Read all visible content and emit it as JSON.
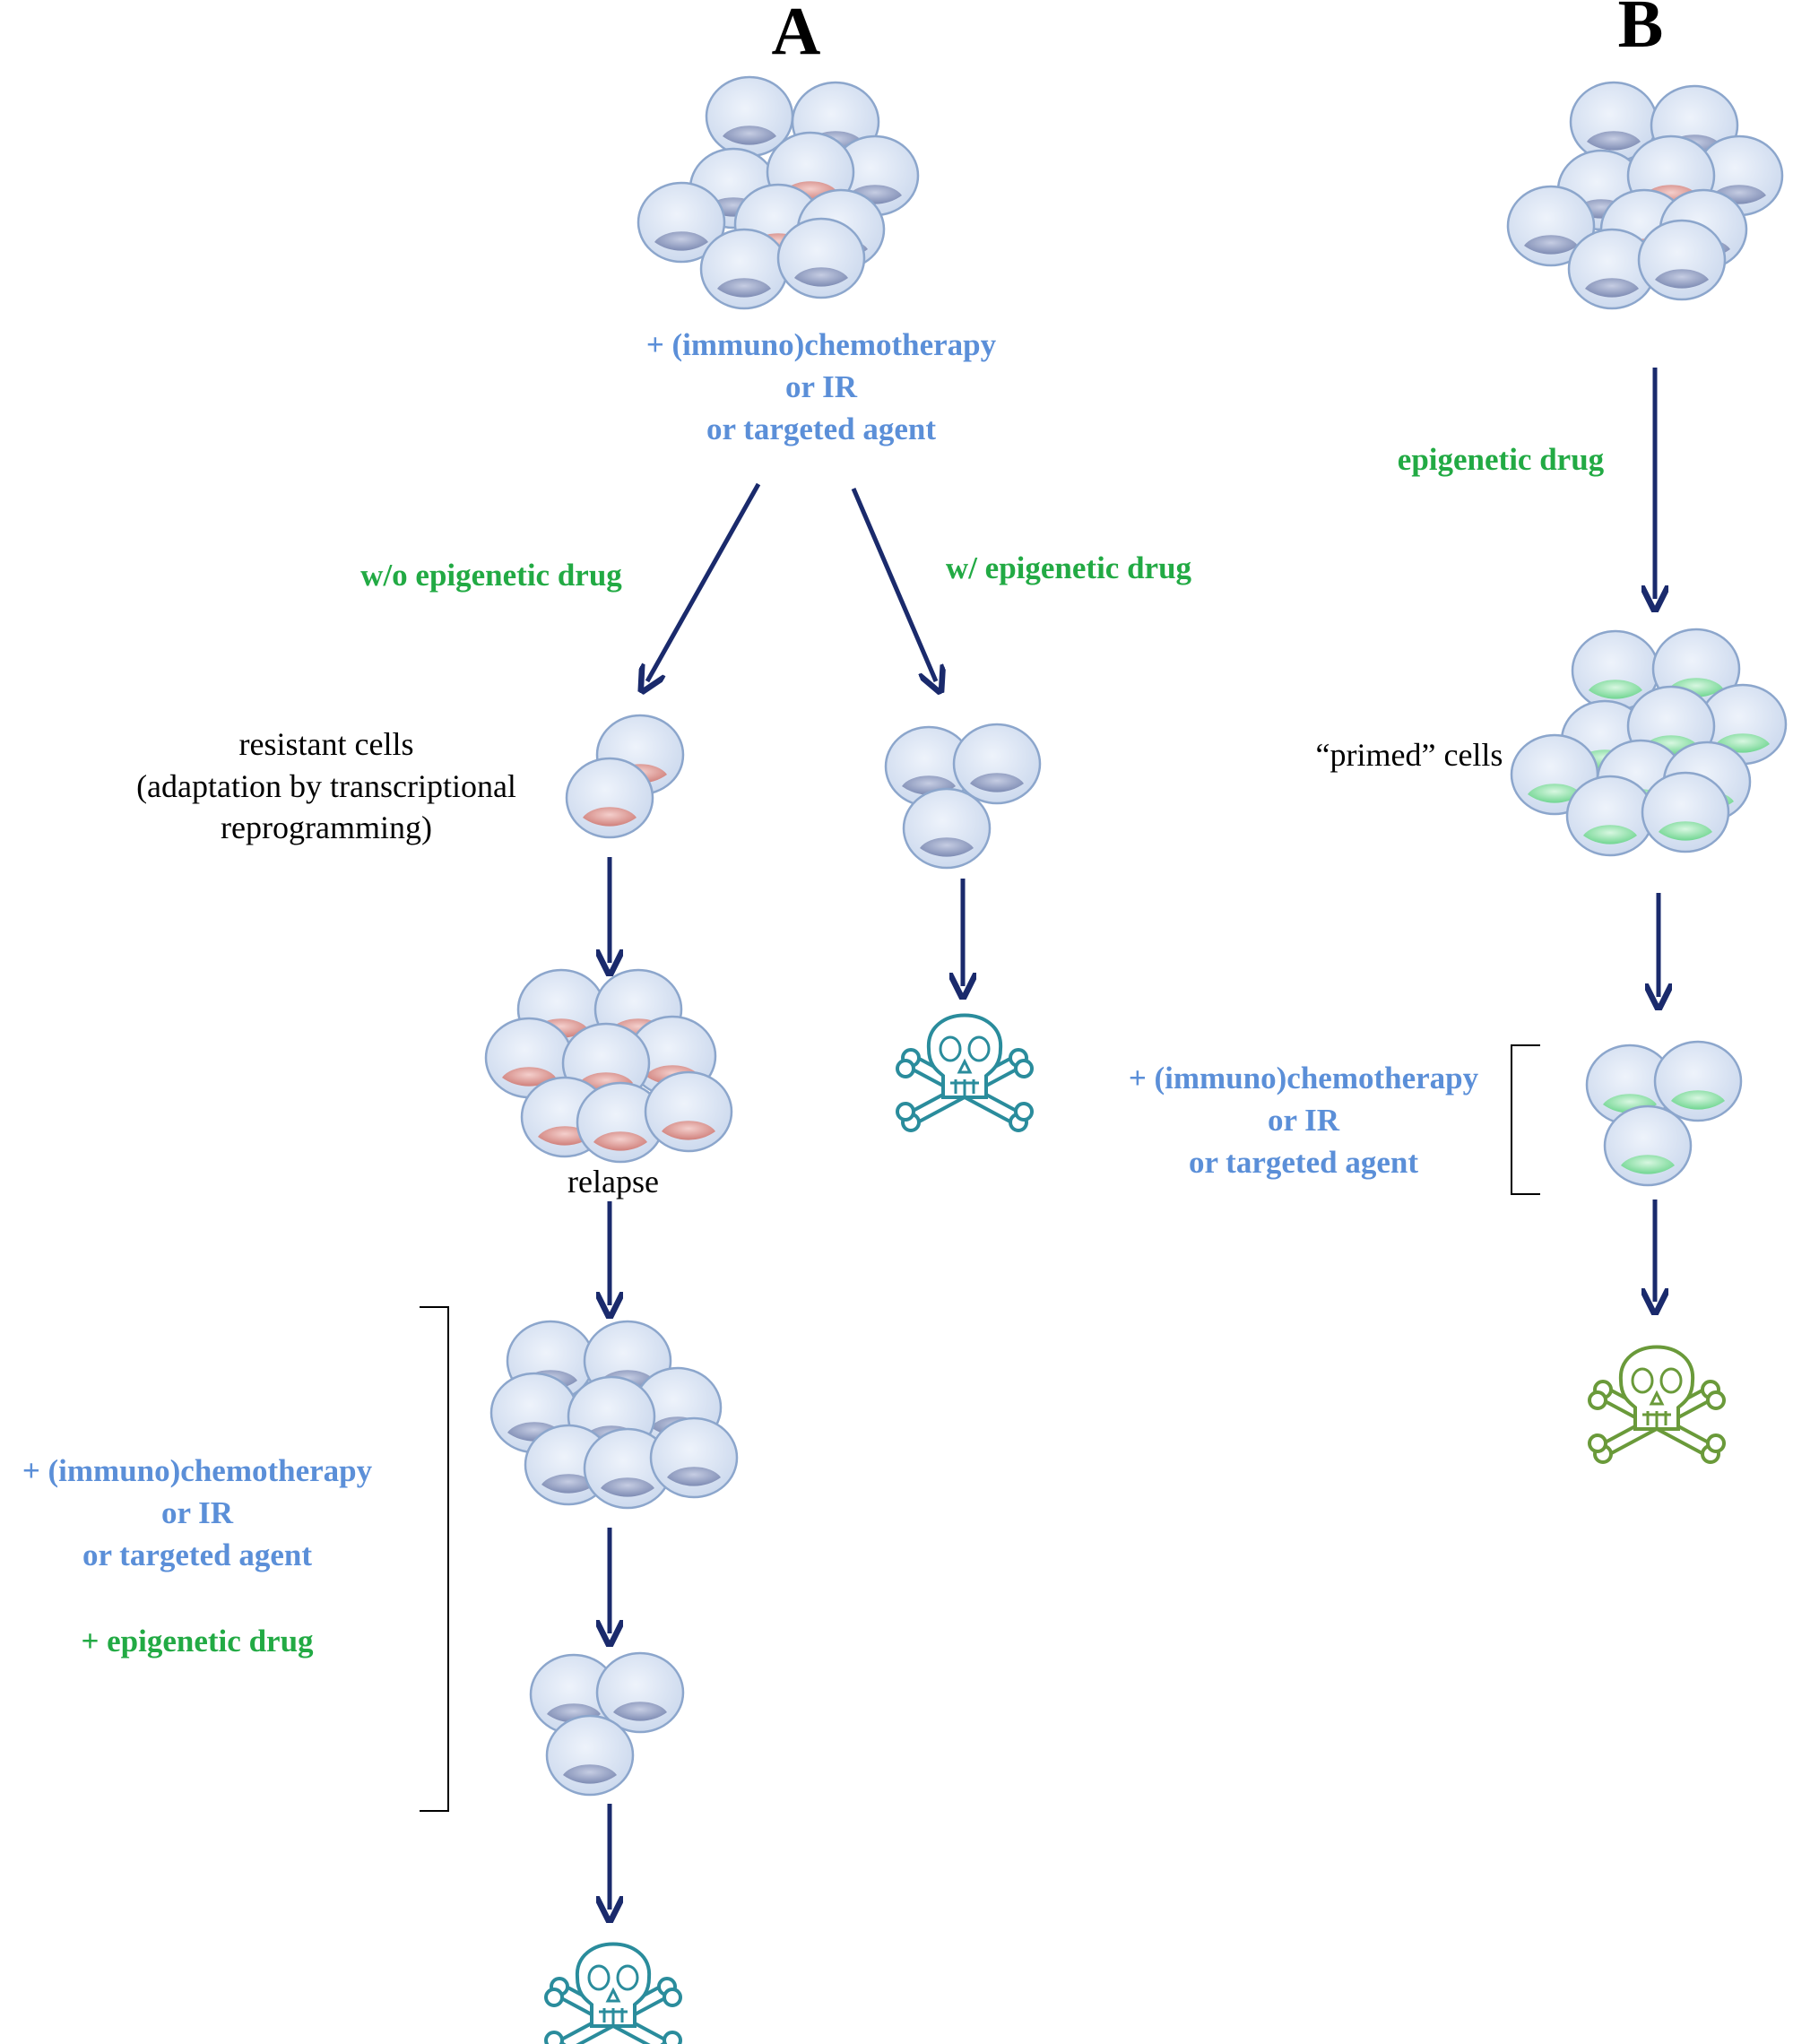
{
  "panel_a": {
    "label": "A",
    "treatment": [
      "+ (immuno)chemotherapy",
      "or IR",
      "or targeted agent"
    ],
    "without_label": "w/o epigenetic drug",
    "with_label": "w/ epigenetic drug",
    "resistant_label": [
      "resistant cells",
      "(adaptation by transcriptional",
      "reprogramming)"
    ],
    "relapse_label": "relapse",
    "combo_treatment": [
      "+ (immuno)chemotherapy",
      "or IR",
      "or targeted agent"
    ],
    "combo_epigenetic": "+ epigenetic drug"
  },
  "panel_b": {
    "label": "B",
    "epigenetic_label": "epigenetic drug",
    "primed_label": "“primed” cells",
    "treatment": [
      "+ (immuno)chemotherapy",
      "or IR",
      "or targeted agent"
    ]
  },
  "colors": {
    "treatment_text": "#5b8fd8",
    "epigenetic_text": "#22aa44",
    "arrow": "#1a2a6c",
    "cell_fill": "#dce6f5",
    "cell_stroke": "#8ca6cc",
    "nucleus_blue": "#8f9cc0",
    "nucleus_red": "#d98a86",
    "nucleus_green": "#8fe0a8",
    "skull_teal": "#2a8c9c",
    "skull_green": "#6a9a3a"
  },
  "icons": [
    "cell-icon",
    "skull-crossbones-icon",
    "arrow-down-icon",
    "bracket-icon"
  ]
}
